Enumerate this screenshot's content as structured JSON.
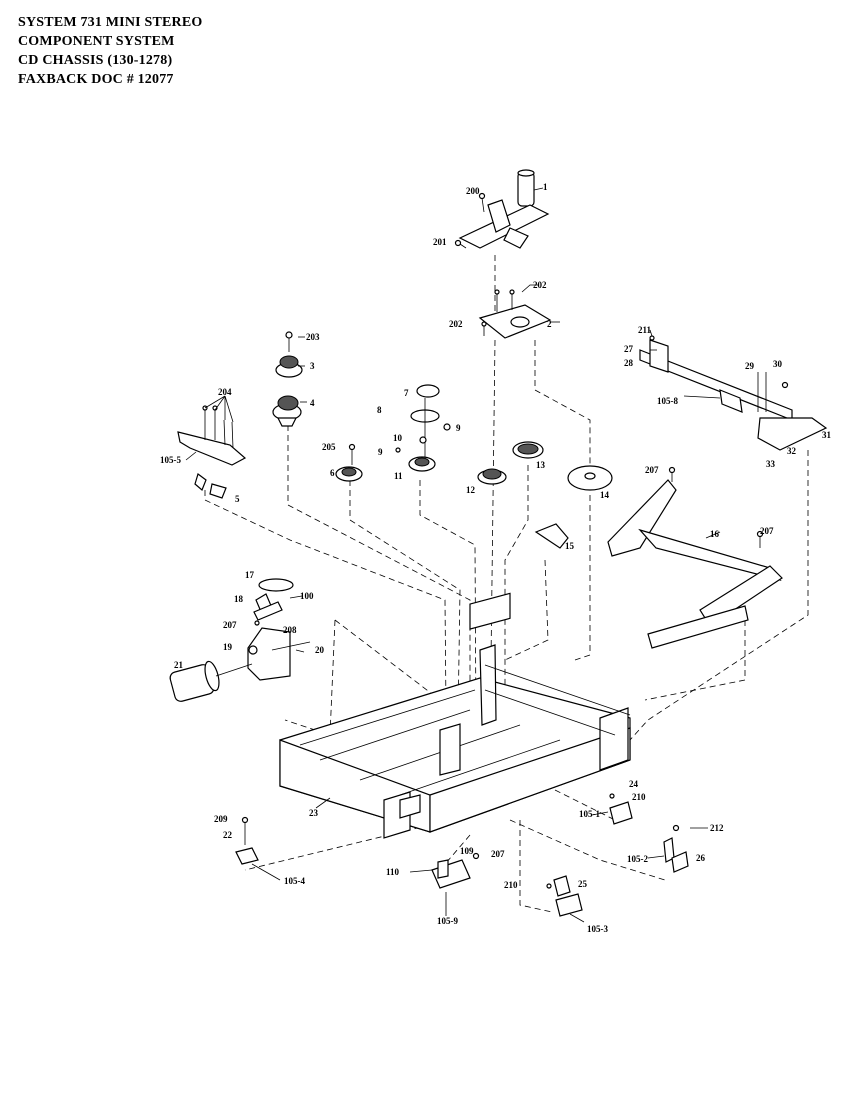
{
  "header": {
    "line1": "SYSTEM 731 MINI STEREO",
    "line2": "COMPONENT SYSTEM",
    "line3": "CD CHASSIS  (130-1278)",
    "line4": "FAXBACK DOC # 12077"
  },
  "labels": {
    "p1": "1",
    "p200": "200",
    "p201": "201",
    "p202a": "202",
    "p202b": "202",
    "p2": "2",
    "p203": "203",
    "p3": "3",
    "p4": "4",
    "p204": "204",
    "p105_5": "105-5",
    "p5": "5",
    "p7": "7",
    "p8": "8",
    "p9a": "9",
    "p10": "10",
    "p9b": "9",
    "p205": "205",
    "p6": "6",
    "p11": "11",
    "p12": "12",
    "p13": "13",
    "p14": "14",
    "p15": "15",
    "p211": "211",
    "p27": "27",
    "p28": "28",
    "p29": "29",
    "p30": "30",
    "p105_8": "105-8",
    "p31": "31",
    "p32": "32",
    "p33": "33",
    "p207a": "207",
    "p16": "16",
    "p207b": "207",
    "p17": "17",
    "p18": "18",
    "p100": "100",
    "p207c": "207",
    "p208": "208",
    "p19": "19",
    "p20": "20",
    "p21": "21",
    "p23": "23",
    "p24": "24",
    "p210a": "210",
    "p105_1": "105-1",
    "p212": "212",
    "p105_2": "105-2",
    "p26": "26",
    "p209": "209",
    "p22": "22",
    "p105_4": "105-4",
    "p109": "109",
    "p207d": "207",
    "p110": "110",
    "p105_9": "105-9",
    "p210b": "210",
    "p25": "25",
    "p105_3": "105-3"
  }
}
